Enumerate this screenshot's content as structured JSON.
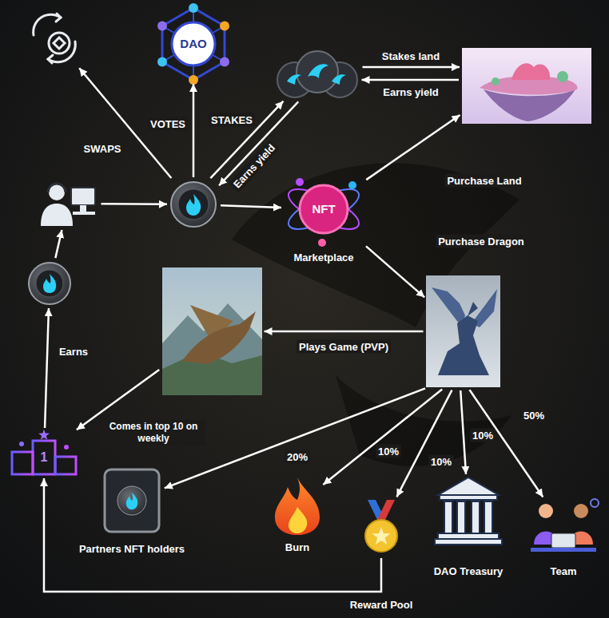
{
  "diagram": {
    "nodes": [
      {
        "text": []
      },
      {
        "text": [
          "DAO"
        ]
      },
      {
        "text": []
      },
      {
        "text": []
      },
      {
        "text": []
      },
      {
        "text": []
      },
      {
        "text": [
          "NFT",
          "Marketplace"
        ]
      },
      {
        "text": []
      },
      {
        "text": []
      },
      {
        "text": []
      },
      {
        "text": [
          "1"
        ]
      },
      {
        "text": [
          "Partners NFT holders"
        ]
      },
      {
        "text": [
          "Burn"
        ]
      },
      {
        "text": [
          "Reward Pool"
        ]
      },
      {
        "text": [
          "DAO Treasury"
        ]
      },
      {
        "text": [
          "Team"
        ]
      }
    ],
    "edges": [
      {
        "from": 5,
        "to": 0,
        "label": "SWAPS",
        "arrow": "to"
      },
      {
        "from": 5,
        "to": 1,
        "label": "VOTES",
        "arrow": "to"
      },
      {
        "from": 5,
        "to": 2,
        "label": "STAKES",
        "arrow": "to"
      },
      {
        "from": 2,
        "to": 5,
        "label": "Earns yield",
        "arrow": "to"
      },
      {
        "from": 2,
        "to": 3,
        "label": "Stakes land",
        "arrow": "to"
      },
      {
        "from": 3,
        "to": 2,
        "label": "Earns yield",
        "arrow": "to"
      },
      {
        "from": 4,
        "to": 5,
        "arrow": "to"
      },
      {
        "from": 5,
        "to": 6,
        "arrow": "to"
      },
      {
        "from": 6,
        "to": 3,
        "label": "Purchase Land",
        "arrow": "to"
      },
      {
        "from": 6,
        "to": 9,
        "label": "Purchase Dragon",
        "arrow": "to"
      },
      {
        "from": 9,
        "to": 8,
        "label": "Plays Game (PVP)",
        "arrow": "to"
      },
      {
        "from": 8,
        "to": 10,
        "label": "Comes in top 10 on weekly",
        "arrow": "to"
      },
      {
        "from": 10,
        "to": 7,
        "label": "Earns",
        "arrow": "to"
      },
      {
        "from": 7,
        "to": 4,
        "arrow": "to"
      },
      {
        "from": 9,
        "to": 11,
        "label": "20%",
        "arrow": "to"
      },
      {
        "from": 9,
        "to": 12,
        "label": "10%",
        "arrow": "to"
      },
      {
        "from": 9,
        "to": 13,
        "label": "10%",
        "arrow": "to"
      },
      {
        "from": 9,
        "to": 14,
        "label": "10%",
        "arrow": "to"
      },
      {
        "from": 9,
        "to": 15,
        "label": "50%",
        "arrow": "to"
      },
      {
        "from": 13,
        "to": 10,
        "arrow": "to"
      }
    ]
  }
}
